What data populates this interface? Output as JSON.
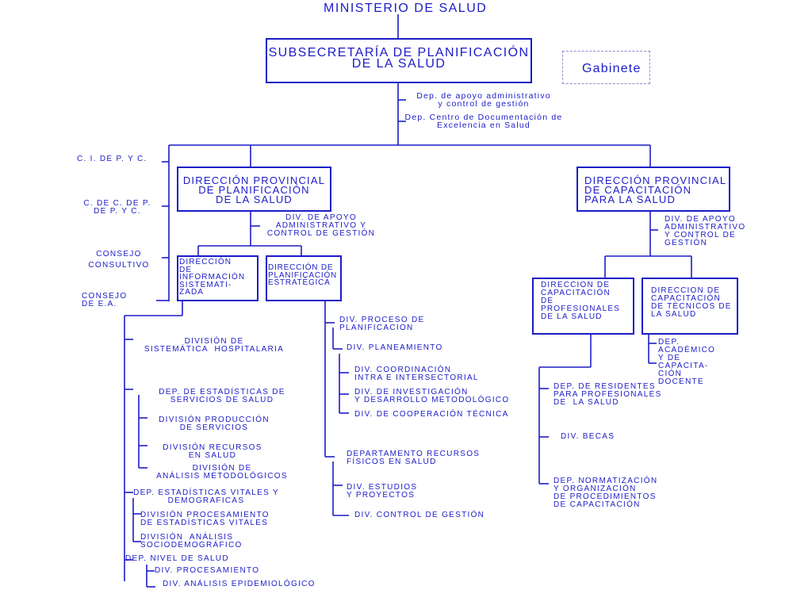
{
  "colors": {
    "ink": "#1c1cc8",
    "gabinete_border": "#8c8cd8",
    "background": "#ffffff"
  },
  "top": {
    "ministerio": "MINISTERIO DE SALUD",
    "subsecretaria": "SUBSECRETARÍA DE PLANIFICACIÓN\nDE LA SALUD",
    "gabinete": "Gabinete",
    "dep_apoyo": "Dep. de apoyo administrativo\ny control de gestión",
    "dep_documentacion": "Dep. Centro de Documentación de\nExcelencia en Salud"
  },
  "consejos": [
    "C. I. DE P. Y C.",
    "C. DE C. DE P.\nDE P. Y C.",
    "CONSEJO\nCONSULTIVO",
    "CONSEJO\nDE E.A."
  ],
  "planificacion": {
    "direccion": "DIRECCIÓN PROVINCIAL\nDE PLANIFICACIÓN\nDE LA SALUD",
    "div_apoyo": "DIV. DE APOYO\nADMINISTRATIVO Y\nCONTROL DE GESTIÓN",
    "informacion": {
      "direccion": "DIRECCIÓN\nDE\nINFORMACIÓN\nSISTEMATI-\nZADA",
      "units": [
        "DIVISIÓN DE\nSISTEMÁTICA  HOSPITALARIA",
        "DEP. DE ESTADÍSTICAS DE\nSERVICIOS DE SALUD",
        "DIVISIÓN PRODUCCIÓN\nDE SERVICIOS",
        "DIVISIÓN RECURSOS\nEN SALUD",
        "DIVISIÓN DE\nANÁLISIS METODOLÓGICOS",
        "DEP. ESTADÍSTICAS VITALES Y\nDEMOGRAFICAS",
        "DIVISIÓN PROCESAMIENTO\nDE ESTADÍSTICAS VITALES",
        "DIVISIÓN  ANÁLISIS\nSOCIODEMOGRÁFICO",
        "DEP. NIVEL DE SALUD",
        "DIV. PROCESAMIENTO",
        "DIV. ANÁLISIS EPIDEMIOLÓGICO"
      ]
    },
    "estrategica": {
      "direccion": "DIRECCIÓN DE\nPLANIFICACIÓN\nESTRATÉGICA",
      "units": [
        "DIV. PROCESO DE\nPLANIFICACION",
        "DIV. PLANEAMIENTO",
        "DIV. COORDINACIÓN\nINTRA E INTERSECTORIAL",
        "DIV. DE INVESTIGACIÓN\nY DESARROLLO METODOLÓGICO",
        "DIV. DE COOPERACIÓN TÉCNICA",
        "DEPARTAMENTO RECURSOS\nFÍSICOS EN SALUD",
        "DIV. ESTUDIOS\nY PROYECTOS",
        "DIV. CONTROL DE GESTIÓN"
      ]
    }
  },
  "capacitacion": {
    "direccion": "DIRECCIÓN PROVINCIAL\nDE CAPACITACIÓN\nPARA LA SALUD",
    "div_apoyo": "DIV. DE APOYO\nADMINISTRATIVO\nY CONTROL DE\nGESTIÓN",
    "profesionales": {
      "direccion": "DIRECCION DE\nCAPACITACIÓN\nDE\nPROFESIONALES\nDE LA SALUD",
      "units": [
        "DEP. DE RESIDENTES\nPARA PROFESIONALES\nDE  LA SALUD",
        "DIV. BECAS",
        "DEP. NORMATIZACIÓN\nY ORGANIZACIÓN\nDE PROCEDIMIENTOS\nDE CAPACITACIÓN"
      ]
    },
    "tecnicos": {
      "direccion": "DIRECCION DE\nCAPACITACIÓN\nDE TÉCNICOS DE\nLA SALUD",
      "units": [
        "DEP.\nACADÉMICO\nY DE\nCAPACITA-\nCIÓN\nDOCENTE"
      ]
    }
  }
}
